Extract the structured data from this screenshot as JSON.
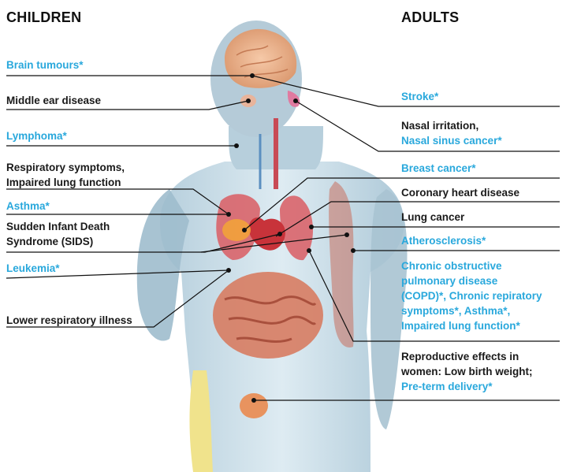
{
  "headings": {
    "children": "CHILDREN",
    "adults": "ADULTS"
  },
  "colors": {
    "highlight": "#29a8dc",
    "text": "#1a1a1a"
  },
  "children": {
    "brain_tumours": "Brain tumours*",
    "middle_ear": "Middle ear disease",
    "lymphoma": "Lymphoma*",
    "respiratory_1": "Respiratory symptoms,",
    "respiratory_2": "Impaired lung function",
    "asthma": "Asthma*",
    "sids_1": "Sudden Infant Death",
    "sids_2": "Syndrome (SIDS)",
    "leukemia": "Leukemia*",
    "lower_resp": "Lower respiratory illness"
  },
  "adults": {
    "stroke": "Stroke*",
    "nasal_1": "Nasal irritation,",
    "nasal_2": "Nasal sinus cancer*",
    "breast": "Breast cancer*",
    "coronary": "Coronary heart disease",
    "lung_cancer": "Lung cancer",
    "athero": "Atherosclerosis*",
    "copd_1": "Chronic obstructive",
    "copd_2": "pulmonary disease",
    "copd_3": "(COPD)*, Chronic repiratory",
    "copd_4": "symptoms*, Asthma*,",
    "copd_5": "Impaired lung function*",
    "repro_1": "Reproductive effects in",
    "repro_2": "women: Low birth weight;",
    "repro_3": "Pre-term delivery*"
  }
}
